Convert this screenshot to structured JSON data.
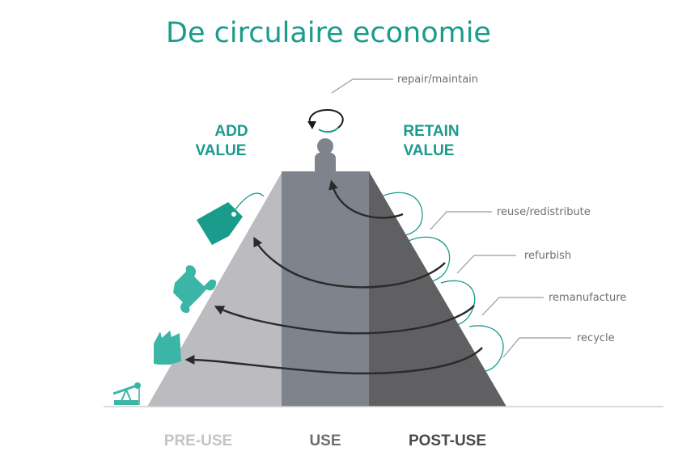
{
  "title": "De circulaire economie",
  "add_value": [
    "ADD",
    "VALUE"
  ],
  "retain_value": [
    "RETAIN",
    "VALUE"
  ],
  "loops": {
    "repair": "repair/maintain",
    "reuse": "reuse/redistribute",
    "refurbish": "refurbish",
    "remanufacture": "remanufacture",
    "recycle": "recycle"
  },
  "phases": {
    "pre_use": "PRE-USE",
    "use": "USE",
    "post_use": "POST-USE"
  },
  "colors": {
    "accent": "#1a9b8c",
    "pre_use": "#bcbcc0",
    "use": "#7f838b",
    "post_use": "#606062",
    "pre_use_text": "#c4c4c6",
    "use_text": "#6e6e70",
    "post_use_text": "#4a4a4a"
  },
  "icons": [
    "oil-pump-icon",
    "factory-icon",
    "puzzle-piece-icon",
    "price-tag-icon",
    "person-icon",
    "circular-arrow-icon"
  ]
}
